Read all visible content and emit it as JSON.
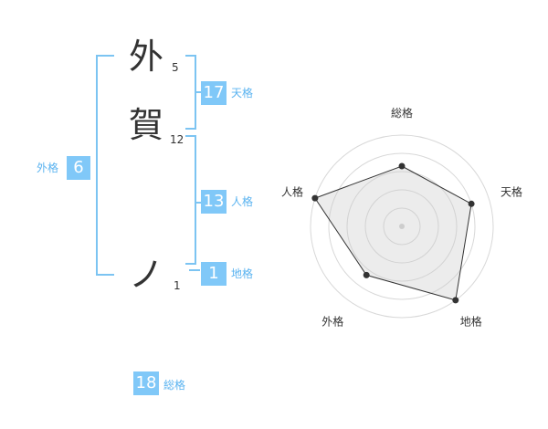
{
  "name_chars": [
    {
      "char": "外",
      "strokes": "5"
    },
    {
      "char": "賀",
      "strokes": "12"
    },
    {
      "char": "ノ",
      "strokes": "1"
    }
  ],
  "grades": {
    "gaikaku": {
      "value": "6",
      "label": "外格"
    },
    "tenkaku": {
      "value": "17",
      "label": "天格"
    },
    "jinkaku": {
      "value": "13",
      "label": "人格"
    },
    "chikaku": {
      "value": "1",
      "label": "地格"
    },
    "soukaku": {
      "value": "18",
      "label": "総格"
    }
  },
  "colors": {
    "accent": "#80c8f8",
    "bracket": "#7cc4f2",
    "label": "#5ab3f0"
  },
  "chart_data": {
    "type": "radar",
    "axes": [
      "総格",
      "天格",
      "地格",
      "外格",
      "人格"
    ],
    "values": [
      3.3,
      4.0,
      5.0,
      3.3,
      5.0
    ],
    "max": 5,
    "rings": 4,
    "grid": true
  }
}
